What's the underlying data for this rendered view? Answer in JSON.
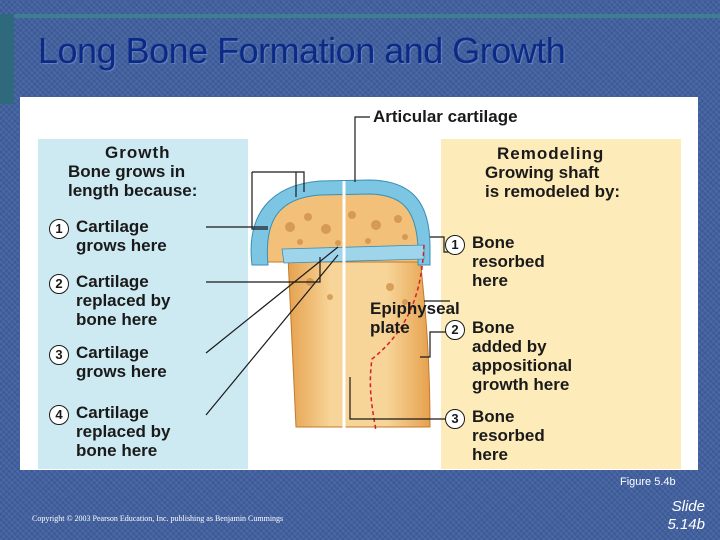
{
  "slide": {
    "title": "Long Bone Formation and Growth",
    "figure_caption": "Figure 5.4b",
    "copyright": "Copyright © 2003 Pearson Education, Inc. publishing as Benjamin Cummings",
    "slide_number_line1": "Slide",
    "slide_number_line2": "5.14b"
  },
  "figure": {
    "top_label": "Articular cartilage",
    "epiphyseal_line1": "Epiphyseal",
    "epiphyseal_line2": "plate",
    "growth": {
      "heading": "Growth",
      "subheading_line1": "Bone grows in",
      "subheading_line2": "length because:",
      "steps": [
        {
          "number": "1",
          "line1": "Cartilage",
          "line2": "grows here",
          "line3": ""
        },
        {
          "number": "2",
          "line1": "Cartilage",
          "line2": "replaced by",
          "line3": "bone here"
        },
        {
          "number": "3",
          "line1": "Cartilage",
          "line2": "grows here",
          "line3": ""
        },
        {
          "number": "4",
          "line1": "Cartilage",
          "line2": "replaced by",
          "line3": "bone here"
        }
      ]
    },
    "remodeling": {
      "heading": "Remodeling",
      "subheading_line1": "Growing shaft",
      "subheading_line2": "is remodeled by:",
      "steps": [
        {
          "number": "1",
          "line1": "Bone",
          "line2": "resorbed",
          "line3": "here"
        },
        {
          "number": "2",
          "line1": "Bone",
          "line2": "added by",
          "line3": "appositional",
          "line4": "growth here"
        },
        {
          "number": "3",
          "line1": "Bone",
          "line2": "resorbed",
          "line3": "here"
        }
      ]
    },
    "colors": {
      "cartilage": "#7cc6e3",
      "bone": "#f0c47a",
      "growth_panel": "#cde9f1",
      "remodel_panel": "#fdebb9",
      "title": "#0b2a86",
      "background": "#3f5f9f"
    }
  }
}
